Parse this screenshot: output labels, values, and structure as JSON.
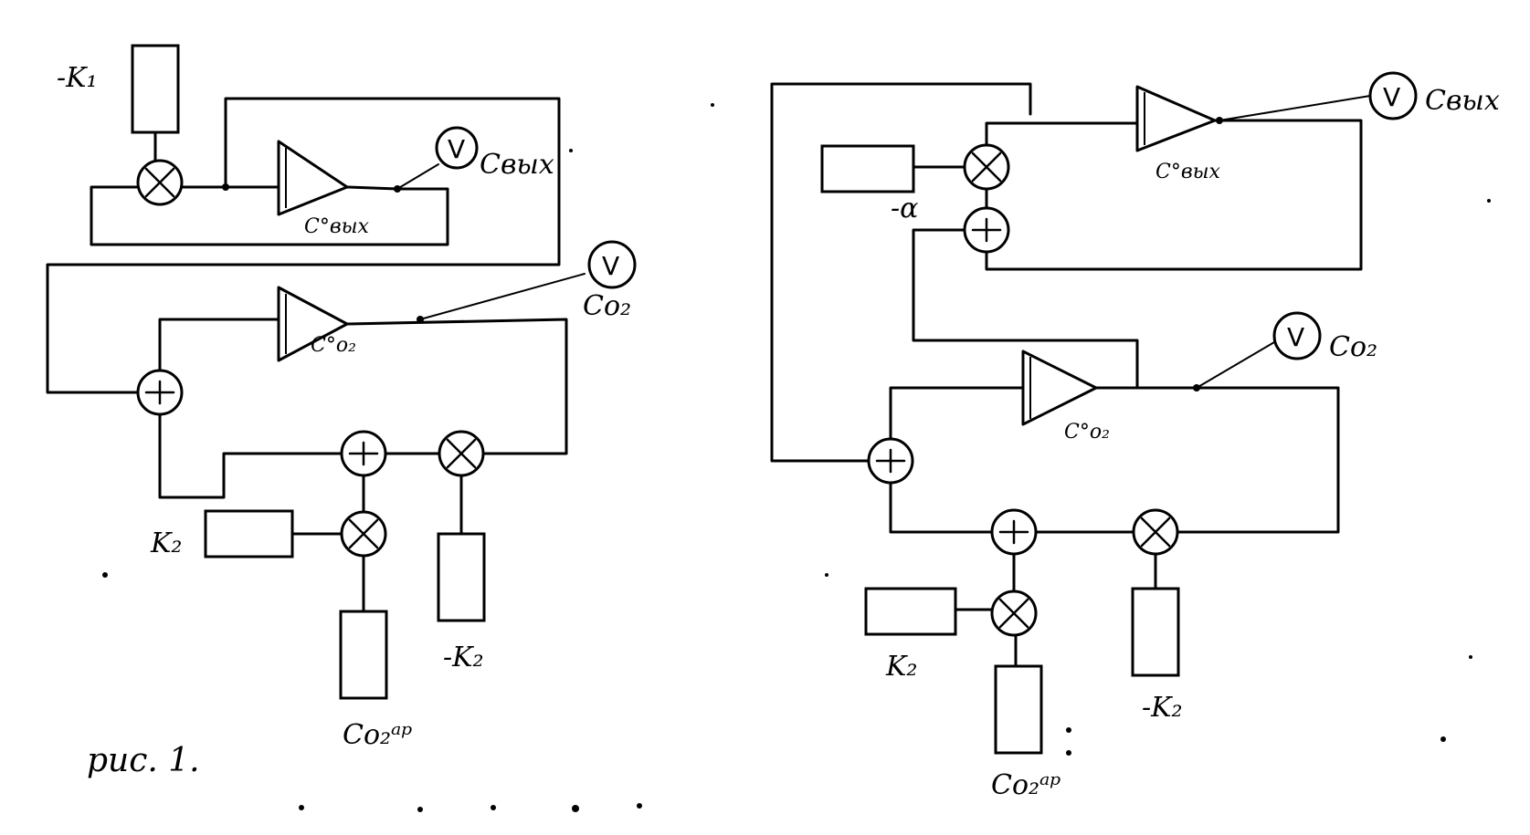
{
  "caption": "рис. 1.",
  "left_diagram": {
    "coef_k1": "-K₁",
    "coef_k2": "K₂",
    "coef_minus_k2": "-K₂",
    "out_label_1": "Cвых",
    "integrator_1_init": "C°вых",
    "out_label_2": "Co₂",
    "integrator_2_init": "C°o₂",
    "input_label": "Co₂ᵃᵖ"
  },
  "right_diagram": {
    "coef_alpha": "-α",
    "coef_k2": "K₂",
    "coef_minus_k2": "-K₂",
    "out_label_1": "Cвых",
    "integrator_1_init": "C°вых",
    "out_label_2": "Co₂",
    "integrator_2_init": "C°o₂",
    "input_label": "Co₂ᵃᵖ"
  },
  "voltmeter_symbol": "V"
}
